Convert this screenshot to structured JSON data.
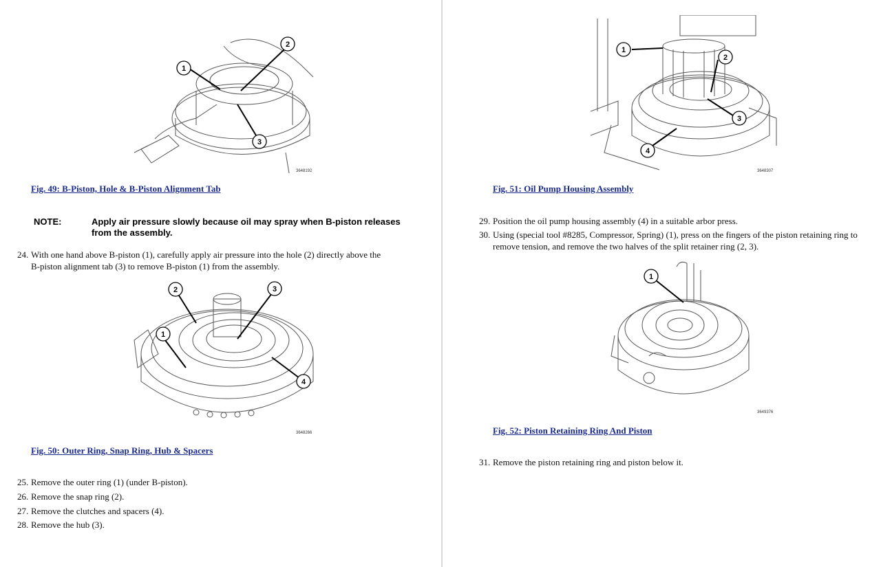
{
  "left_page": {
    "fig49": {
      "id": "3648192",
      "caption": "Fig. 49: B-Piston, Hole & B-Piston Alignment Tab",
      "callouts": [
        "1",
        "2",
        "3"
      ]
    },
    "note": {
      "label": "NOTE:",
      "text": "Apply air pressure slowly because oil may spray when B-piston releases from the assembly."
    },
    "step24": {
      "number": "24.",
      "line1": "With one hand above B-piston (1), carefully apply air pressure into the hole (2) directly above the",
      "line2": "B-piston alignment tab (3) to remove B-piston (1) from the assembly."
    },
    "fig50": {
      "id": "3648266",
      "caption": "Fig. 50: Outer Ring, Snap Ring, Hub & Spacers",
      "callouts": [
        "1",
        "2",
        "3",
        "4"
      ]
    },
    "steps": [
      {
        "number": "25.",
        "text": "Remove the outer ring (1) (under B-piston)."
      },
      {
        "number": "26.",
        "text": "Remove the snap ring (2)."
      },
      {
        "number": "27.",
        "text": "Remove the clutches and spacers (4)."
      },
      {
        "number": "28.",
        "text": "Remove the hub (3)."
      }
    ]
  },
  "right_page": {
    "fig51": {
      "id": "3648307",
      "caption": "Fig. 51: Oil Pump Housing Assembly",
      "callouts": [
        "1",
        "2",
        "3",
        "4"
      ]
    },
    "step29": {
      "number": "29.",
      "text": "Position the oil pump housing assembly (4) in a suitable arbor press."
    },
    "step30": {
      "number": "30.",
      "line1": "Using (special tool #8285, Compressor, Spring) (1), press on the fingers of the piston retaining ring to",
      "line2": "remove tension, and remove the two halves of the split retainer ring (2, 3)."
    },
    "fig52": {
      "id": "3649376",
      "caption": "Fig. 52: Piston Retaining Ring And Piston",
      "callouts": [
        "1"
      ]
    },
    "step31": {
      "number": "31.",
      "text": "Remove the piston retaining ring and piston below it."
    }
  }
}
